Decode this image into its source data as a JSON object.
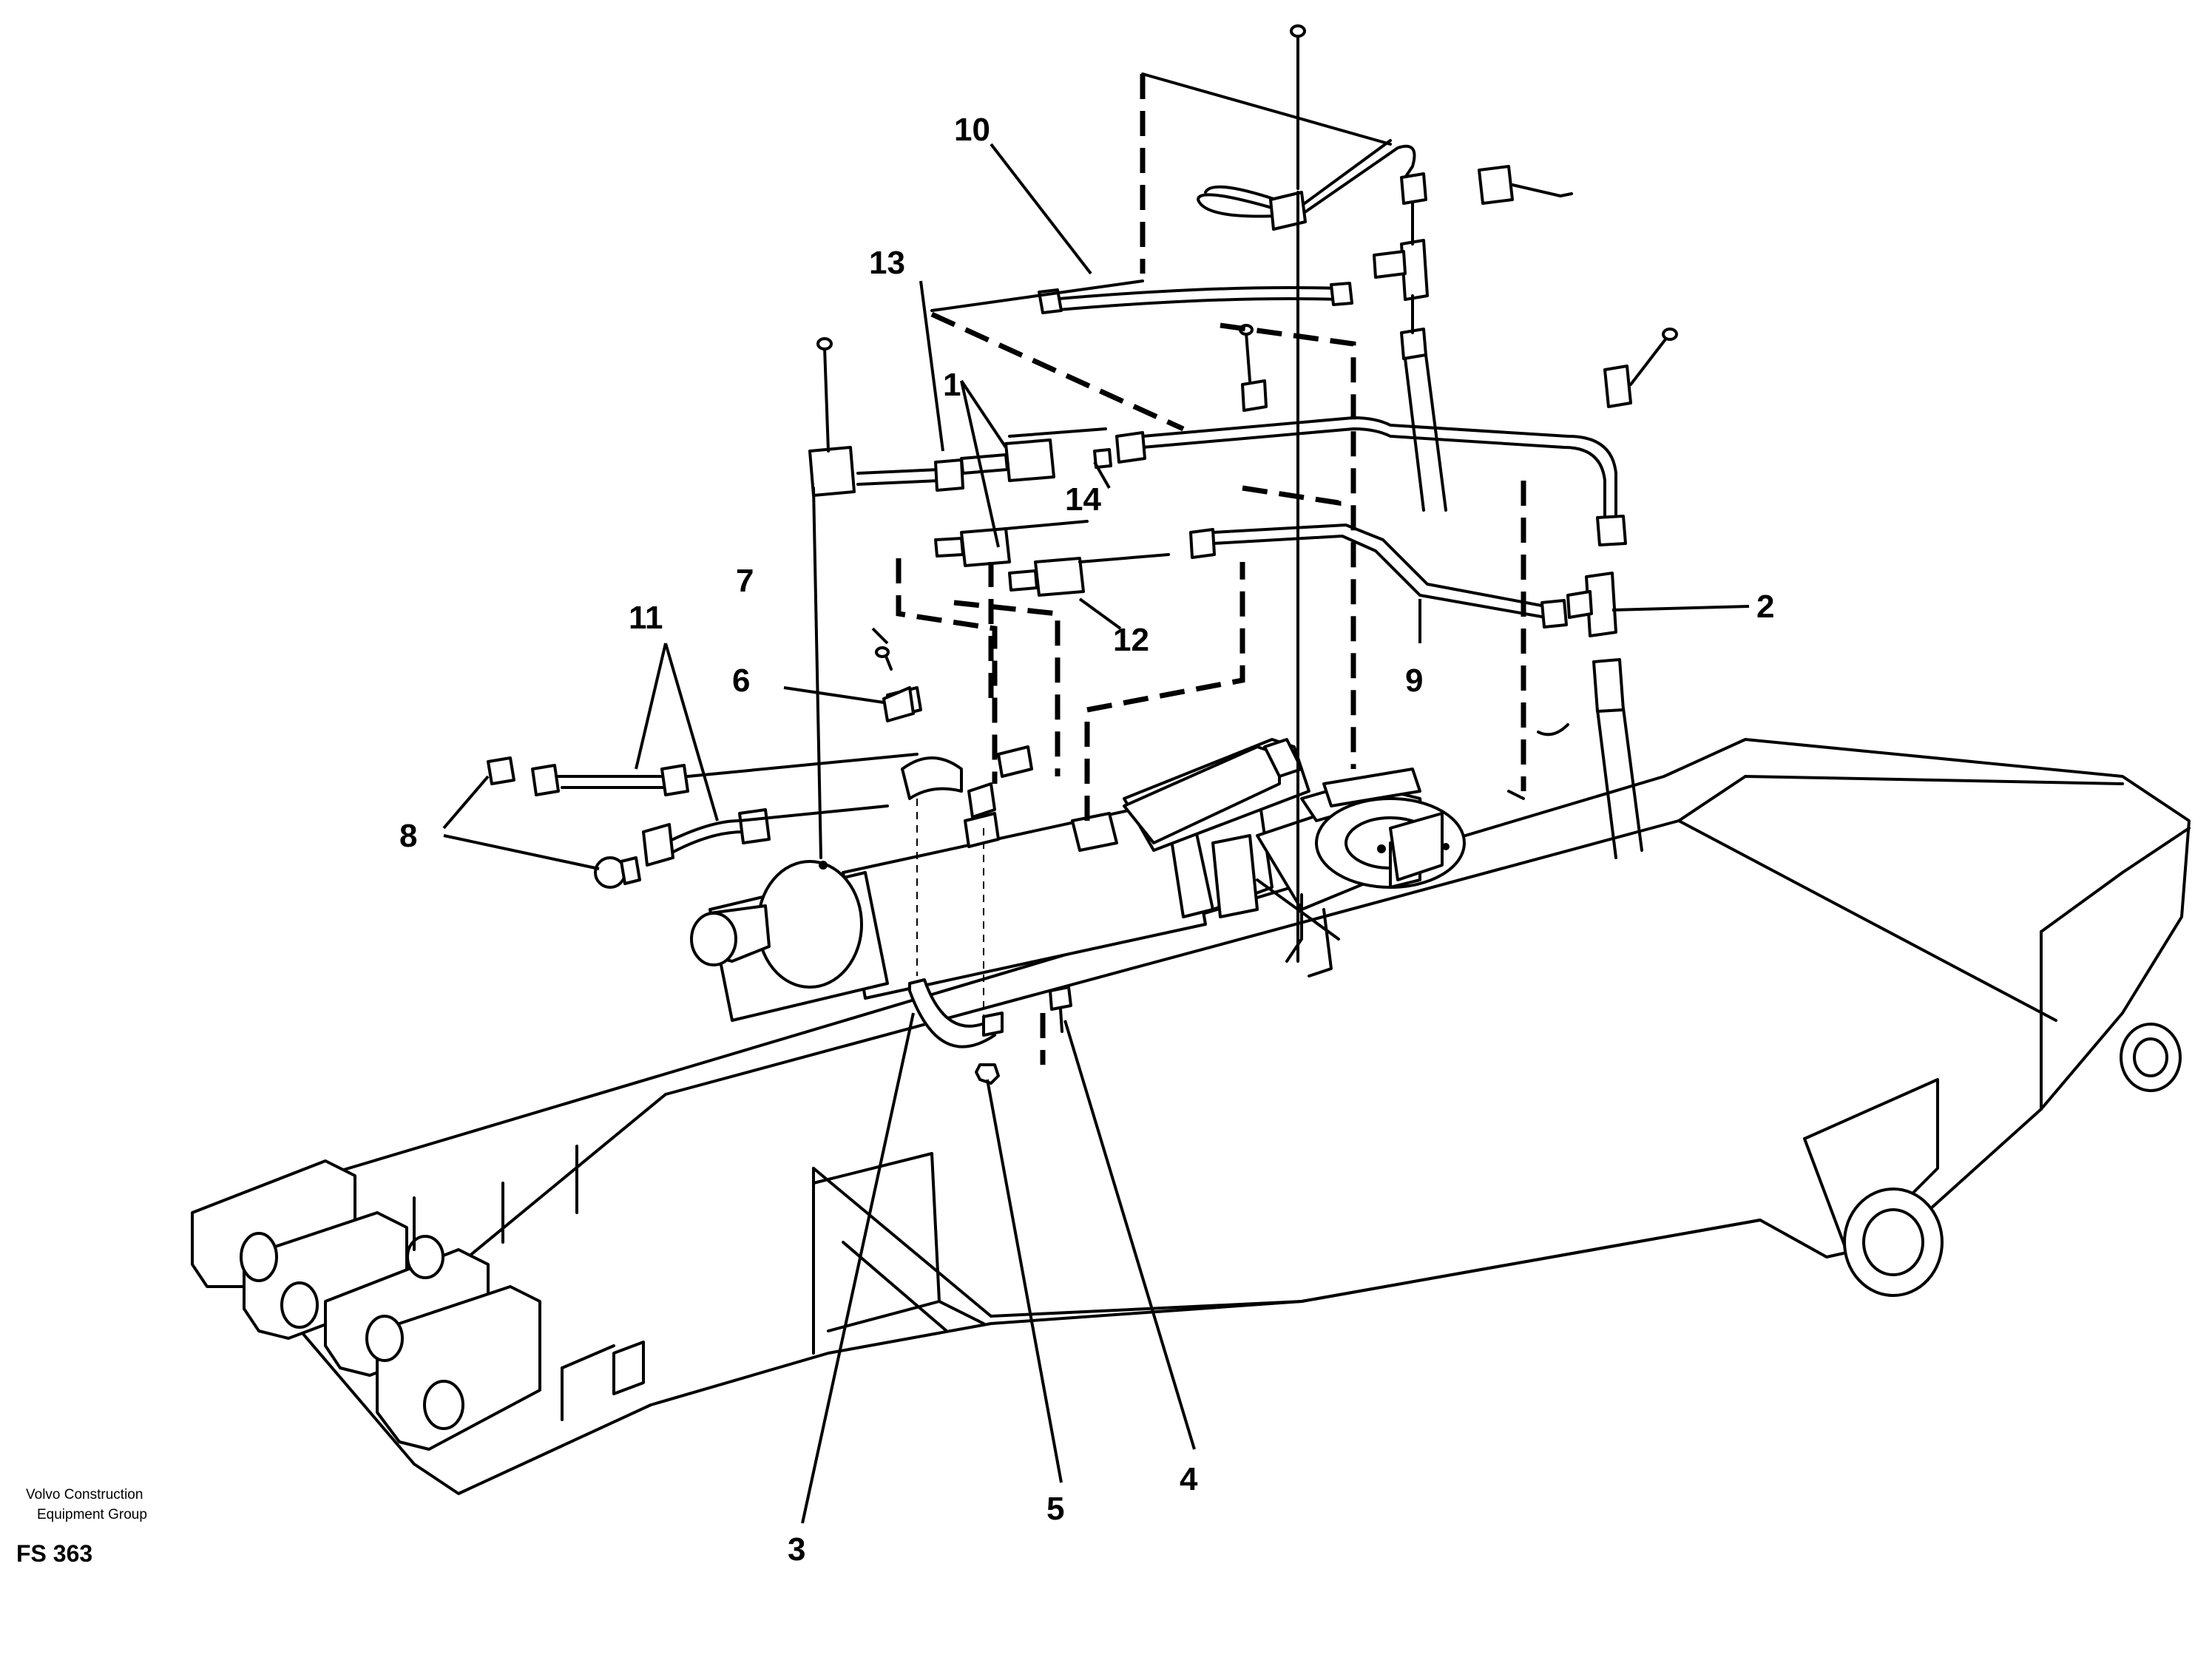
{
  "drawing": {
    "callouts": [
      {
        "id": "1",
        "text": "1"
      },
      {
        "id": "2",
        "text": "2"
      },
      {
        "id": "3",
        "text": "3"
      },
      {
        "id": "4",
        "text": "4"
      },
      {
        "id": "5",
        "text": "5"
      },
      {
        "id": "6",
        "text": "6"
      },
      {
        "id": "7",
        "text": "7"
      },
      {
        "id": "8",
        "text": "8"
      },
      {
        "id": "9",
        "text": "9"
      },
      {
        "id": "10",
        "text": "10"
      },
      {
        "id": "11",
        "text": "11"
      },
      {
        "id": "12",
        "text": "12"
      },
      {
        "id": "13",
        "text": "13"
      },
      {
        "id": "14",
        "text": "14"
      }
    ]
  },
  "footer": {
    "publisher_line1": "Volvo Construction",
    "publisher_line2": "Equipment Group",
    "figure_code": "FS 363"
  }
}
